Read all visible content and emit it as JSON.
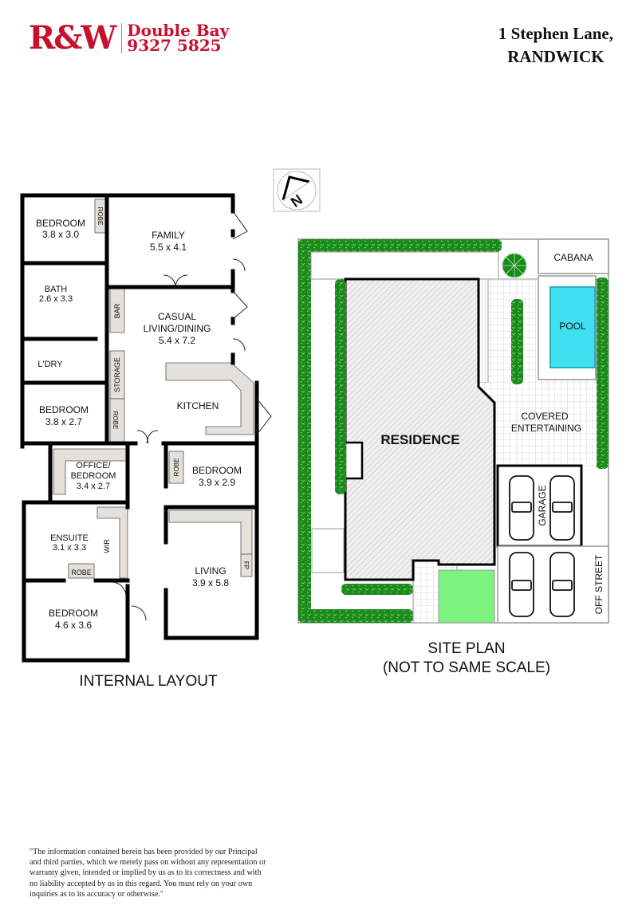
{
  "header": {
    "logo": {
      "mark": "R&W",
      "office": "Double Bay",
      "phone": "9327 5825",
      "brand_color": "#c8102e"
    },
    "address": {
      "line1": "1 Stephen Lane,",
      "line2": "RANDWICK"
    }
  },
  "compass": {
    "icon": "north-arrow-icon",
    "label": "N"
  },
  "internal_layout": {
    "caption": "INTERNAL LAYOUT",
    "rooms": [
      {
        "name": "BEDROOM",
        "size": "3.8 x 3.0"
      },
      {
        "name": "FAMILY",
        "size": "5.5 x 4.1"
      },
      {
        "name": "BATH",
        "size": "2.6 x 3.3"
      },
      {
        "name": "CASUAL",
        "name2": "LIVING/DINING",
        "size": "5.4 x 7.2"
      },
      {
        "name": "L'DRY"
      },
      {
        "name": "KITCHEN"
      },
      {
        "name": "BEDROOM",
        "size": "3.8 x 2.7"
      },
      {
        "name": "OFFICE/",
        "name2": "BEDROOM",
        "size": "3.4 x 2.7"
      },
      {
        "name": "BEDROOM",
        "size": "3.9 x 2.9"
      },
      {
        "name": "ENSUITE",
        "size": "3.1 x 3.3"
      },
      {
        "name": "LIVING",
        "size": "3.9 x 5.8"
      },
      {
        "name": "BEDROOM",
        "size": "4.6 x 3.6"
      }
    ],
    "fixtures": {
      "robe": "ROBE",
      "bar": "BAR",
      "storage": "STORAGE",
      "wir": "WIR",
      "fp": "FP"
    }
  },
  "site_plan": {
    "caption1": "SITE PLAN",
    "caption2": "(NOT TO SAME SCALE)",
    "labels": {
      "residence": "RESIDENCE",
      "cabana": "CABANA",
      "pool": "POOL",
      "covered1": "COVERED",
      "covered2": "ENTERTAINING",
      "garage": "GARAGE",
      "off_street": "OFF STREET"
    },
    "colors": {
      "hedge": "#1a8a1a",
      "pool": "#40e0f0",
      "lawn": "#7ef27e",
      "hatch": "#e6e6e6"
    }
  },
  "disclaimer": "\"The information contained herein has been provided by our Principal and third parties, which we merely pass on without any representation or warranty given, intended or implied by us as to its correctness and with no liability accepted by us in this regard. You must rely on your own inquiries as to its accuracy or otherwise.\""
}
